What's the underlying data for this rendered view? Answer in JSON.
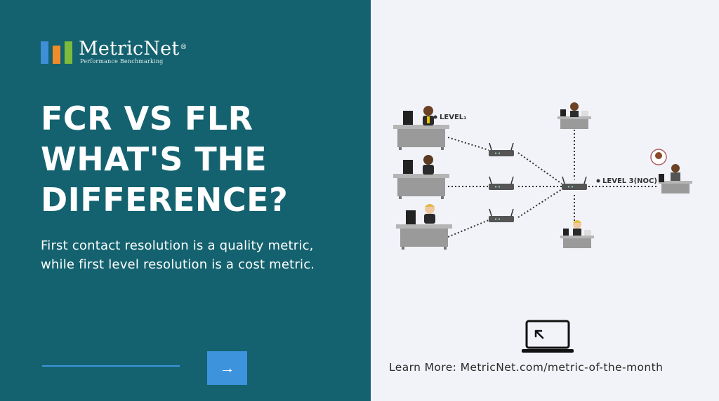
{
  "colors": {
    "panel": "#14626f",
    "accent": "#3d94dc",
    "logo_bars": [
      "#3e8fd8",
      "#f28c28",
      "#7dbb3c"
    ]
  },
  "logo": {
    "name": "MetricNet",
    "reg": "®",
    "tagline": "Performance Benchmarking"
  },
  "headline": {
    "line1": "FCR VS FLR",
    "line2": "WHAT'S THE",
    "line3": "DIFFERENCE?"
  },
  "subtext": "First contact resolution is a quality metric, while first level resolution is a cost metric.",
  "next_button": {
    "icon": "arrow-right-icon",
    "label": "→"
  },
  "diagram": {
    "level1_label": "LEVEL₁",
    "level3_label": "LEVEL 3(NOC)"
  },
  "footer": {
    "icon": "laptop-cursor-icon",
    "text": "Learn More: MetricNet.com/metric-of-the-month"
  }
}
